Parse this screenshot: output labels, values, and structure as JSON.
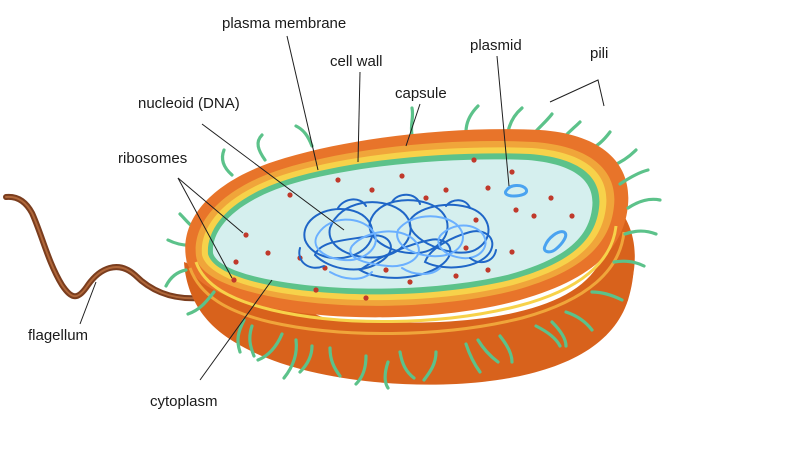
{
  "labels": {
    "plasma_membrane": "plasma membrane",
    "cell_wall": "cell wall",
    "plasmid": "plasmid",
    "pili": "pili",
    "nucleoid": "nucleoid (DNA)",
    "capsule": "capsule",
    "ribosomes": "ribosomes",
    "flagellum": "flagellum",
    "cytoplasm": "cytoplasm"
  },
  "colors": {
    "body_side": "#d8621c",
    "capsule": "#e8742a",
    "cell_wall": "#f0a53a",
    "cell_wall_inner": "#f7d24a",
    "plasma_membrane": "#5cc28a",
    "cytoplasm": "#d5efee",
    "ribosome": "#c0392b",
    "dna": "#1f66c7",
    "flagellum": "#7a3d1e",
    "pili": "#5cc28a"
  }
}
